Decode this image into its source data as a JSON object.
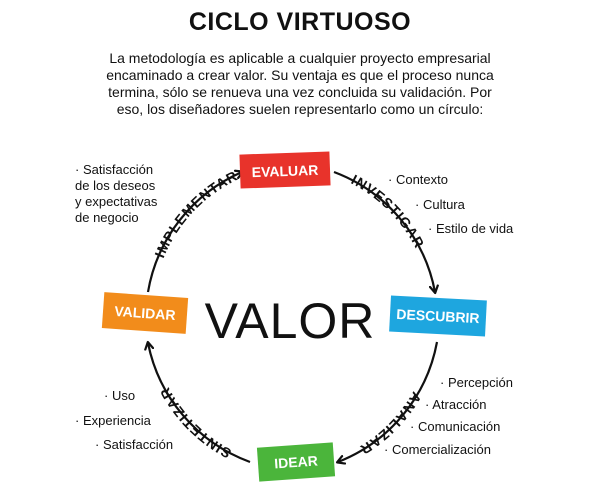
{
  "title": "CICLO VIRTUOSO",
  "intro": "La metodología es aplicable a cualquier proyecto empresarial encaminado a crear valor. Su ventaja es que el proceso nunca termina, sólo se renueva una vez concluida su validación. Por eso, los diseñadores suelen representarlo como un círculo:",
  "center_label": "VALOR",
  "stages": {
    "evaluar": {
      "label": "EVALUAR",
      "color": "#e8332b"
    },
    "descubrir": {
      "label": "DESCUBRIR",
      "color": "#1ea6df"
    },
    "idear": {
      "label": "IDEAR",
      "color": "#4bb53b"
    },
    "validar": {
      "label": "VALIDAR",
      "color": "#f28c1b"
    }
  },
  "transitions": {
    "investigar": "INVESTIGAR",
    "analizar": "ANALIZAR",
    "sintetizar": "SINTETIZAR",
    "implementar": "IMPLEMENTAR"
  },
  "notes": {
    "evaluar_bullet": "Satisfacción",
    "evaluar_lines": [
      "de los deseos",
      "y expectativas",
      "de negocio"
    ],
    "investigar": [
      "Contexto",
      "Cultura",
      "Estilo de vida"
    ],
    "analizar": [
      "Percepción",
      "Atracción",
      "Comunicación",
      "Comercialización"
    ],
    "sintetizar": [
      "Uso",
      "Experiencia",
      "Satisfacción"
    ]
  }
}
